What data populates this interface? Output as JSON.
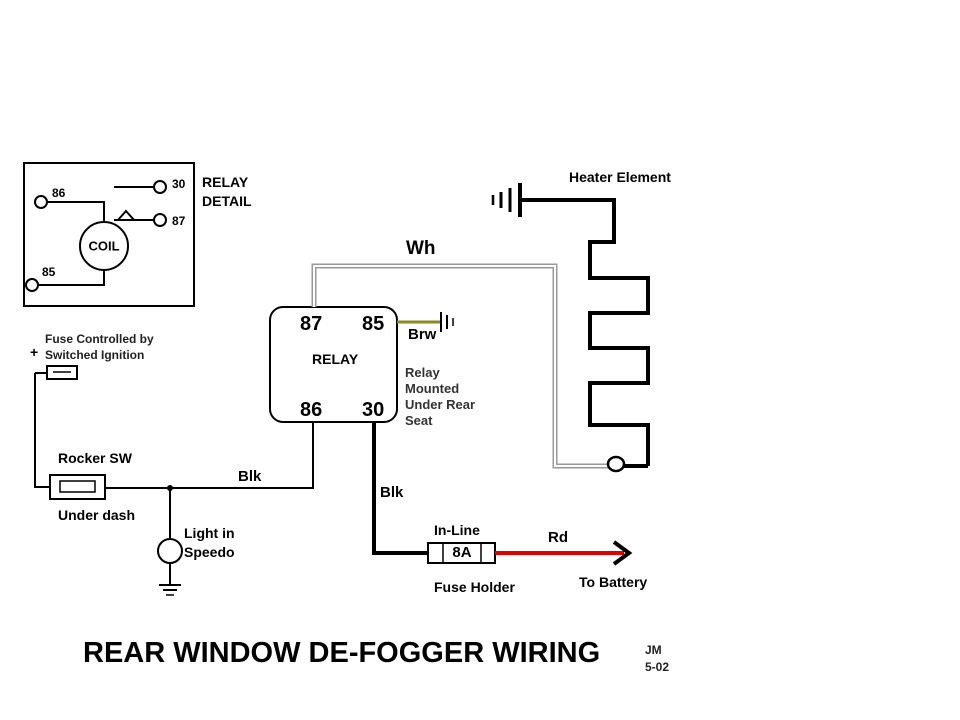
{
  "diagram": {
    "title": "REAR WINDOW DE-FOGGER WIRING",
    "author": "JM",
    "date": "5-02",
    "relay_detail": {
      "label_line1": "RELAY",
      "label_line2": "DETAIL",
      "coil_label": "COIL",
      "pin_86": "86",
      "pin_85": "85",
      "pin_30": "30",
      "pin_87": "87"
    },
    "relay": {
      "label": "RELAY",
      "term_87": "87",
      "term_85": "85",
      "term_86": "86",
      "term_30": "30",
      "mount_line1": "Relay",
      "mount_line2": "Mounted",
      "mount_line3": "Under Rear",
      "mount_line4": "Seat"
    },
    "fuse_ignition": {
      "plus": "+",
      "line1": "Fuse Controlled by",
      "line2": "Switched Ignition"
    },
    "rocker_switch": {
      "label": "Rocker SW",
      "location": "Under dash"
    },
    "light": {
      "line1": "Light in",
      "line2": "Speedo"
    },
    "inline_fuse": {
      "top_label": "In-Line",
      "rating": "8A",
      "bottom_label": "Fuse Holder"
    },
    "heater": {
      "label": "Heater Element"
    },
    "wires": {
      "white": "Wh",
      "brown_white": "Brw",
      "black_switch": "Blk",
      "black_fuse": "Blk",
      "red": "Rd",
      "battery": "To Battery"
    },
    "colors": {
      "red_wire": "#e00000",
      "brown_white_wire": "#8a8a20",
      "white_wire_outline": "#9a9a9a"
    }
  }
}
